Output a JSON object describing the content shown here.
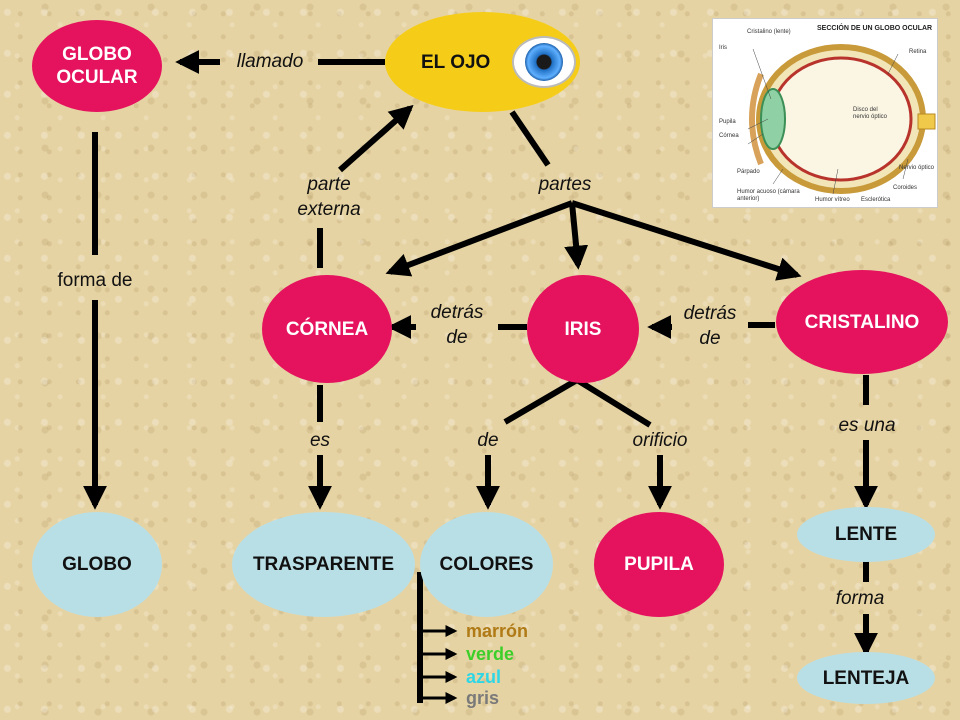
{
  "nodes": {
    "el_ojo": "EL OJO",
    "globo_ocular": "GLOBO\nOCULAR",
    "cornea": "CÓRNEA",
    "iris": "IRIS",
    "cristalino": "CRISTALINO",
    "globo": "GLOBO",
    "trasparente": "TRASPARENTE",
    "colores": "COLORES",
    "pupila": "PUPILA",
    "lente": "LENTE",
    "lenteja": "LENTEJA"
  },
  "labels": {
    "llamado": "llamado",
    "forma_de": "forma de",
    "parte_externa": "parte\nexterna",
    "partes": "partes",
    "detras_de_1": "detrás\nde",
    "detras_de_2": "detrás\nde",
    "es": "es",
    "de": "de",
    "orificio": "orificio",
    "es_una": "es una",
    "forma": "forma"
  },
  "colors_list": [
    {
      "text": "marrón",
      "color": "#b07a16"
    },
    {
      "text": "verde",
      "color": "#3ccf2a"
    },
    {
      "text": "azul",
      "color": "#2fd6e6"
    },
    {
      "text": "gris",
      "color": "#7a7a7a"
    }
  ],
  "inset": {
    "title": "SECCIÓN DE UN GLOBO OCULAR",
    "parts": [
      "Cristalino (lente)",
      "Iris",
      "Pupila",
      "Córnea",
      "Párpado",
      "Humor acuoso (cámara anterior)",
      "Humor vítreo",
      "Esclerótica",
      "Coroides",
      "Nervio óptico",
      "Disco del nervio óptico",
      "Retina"
    ]
  }
}
